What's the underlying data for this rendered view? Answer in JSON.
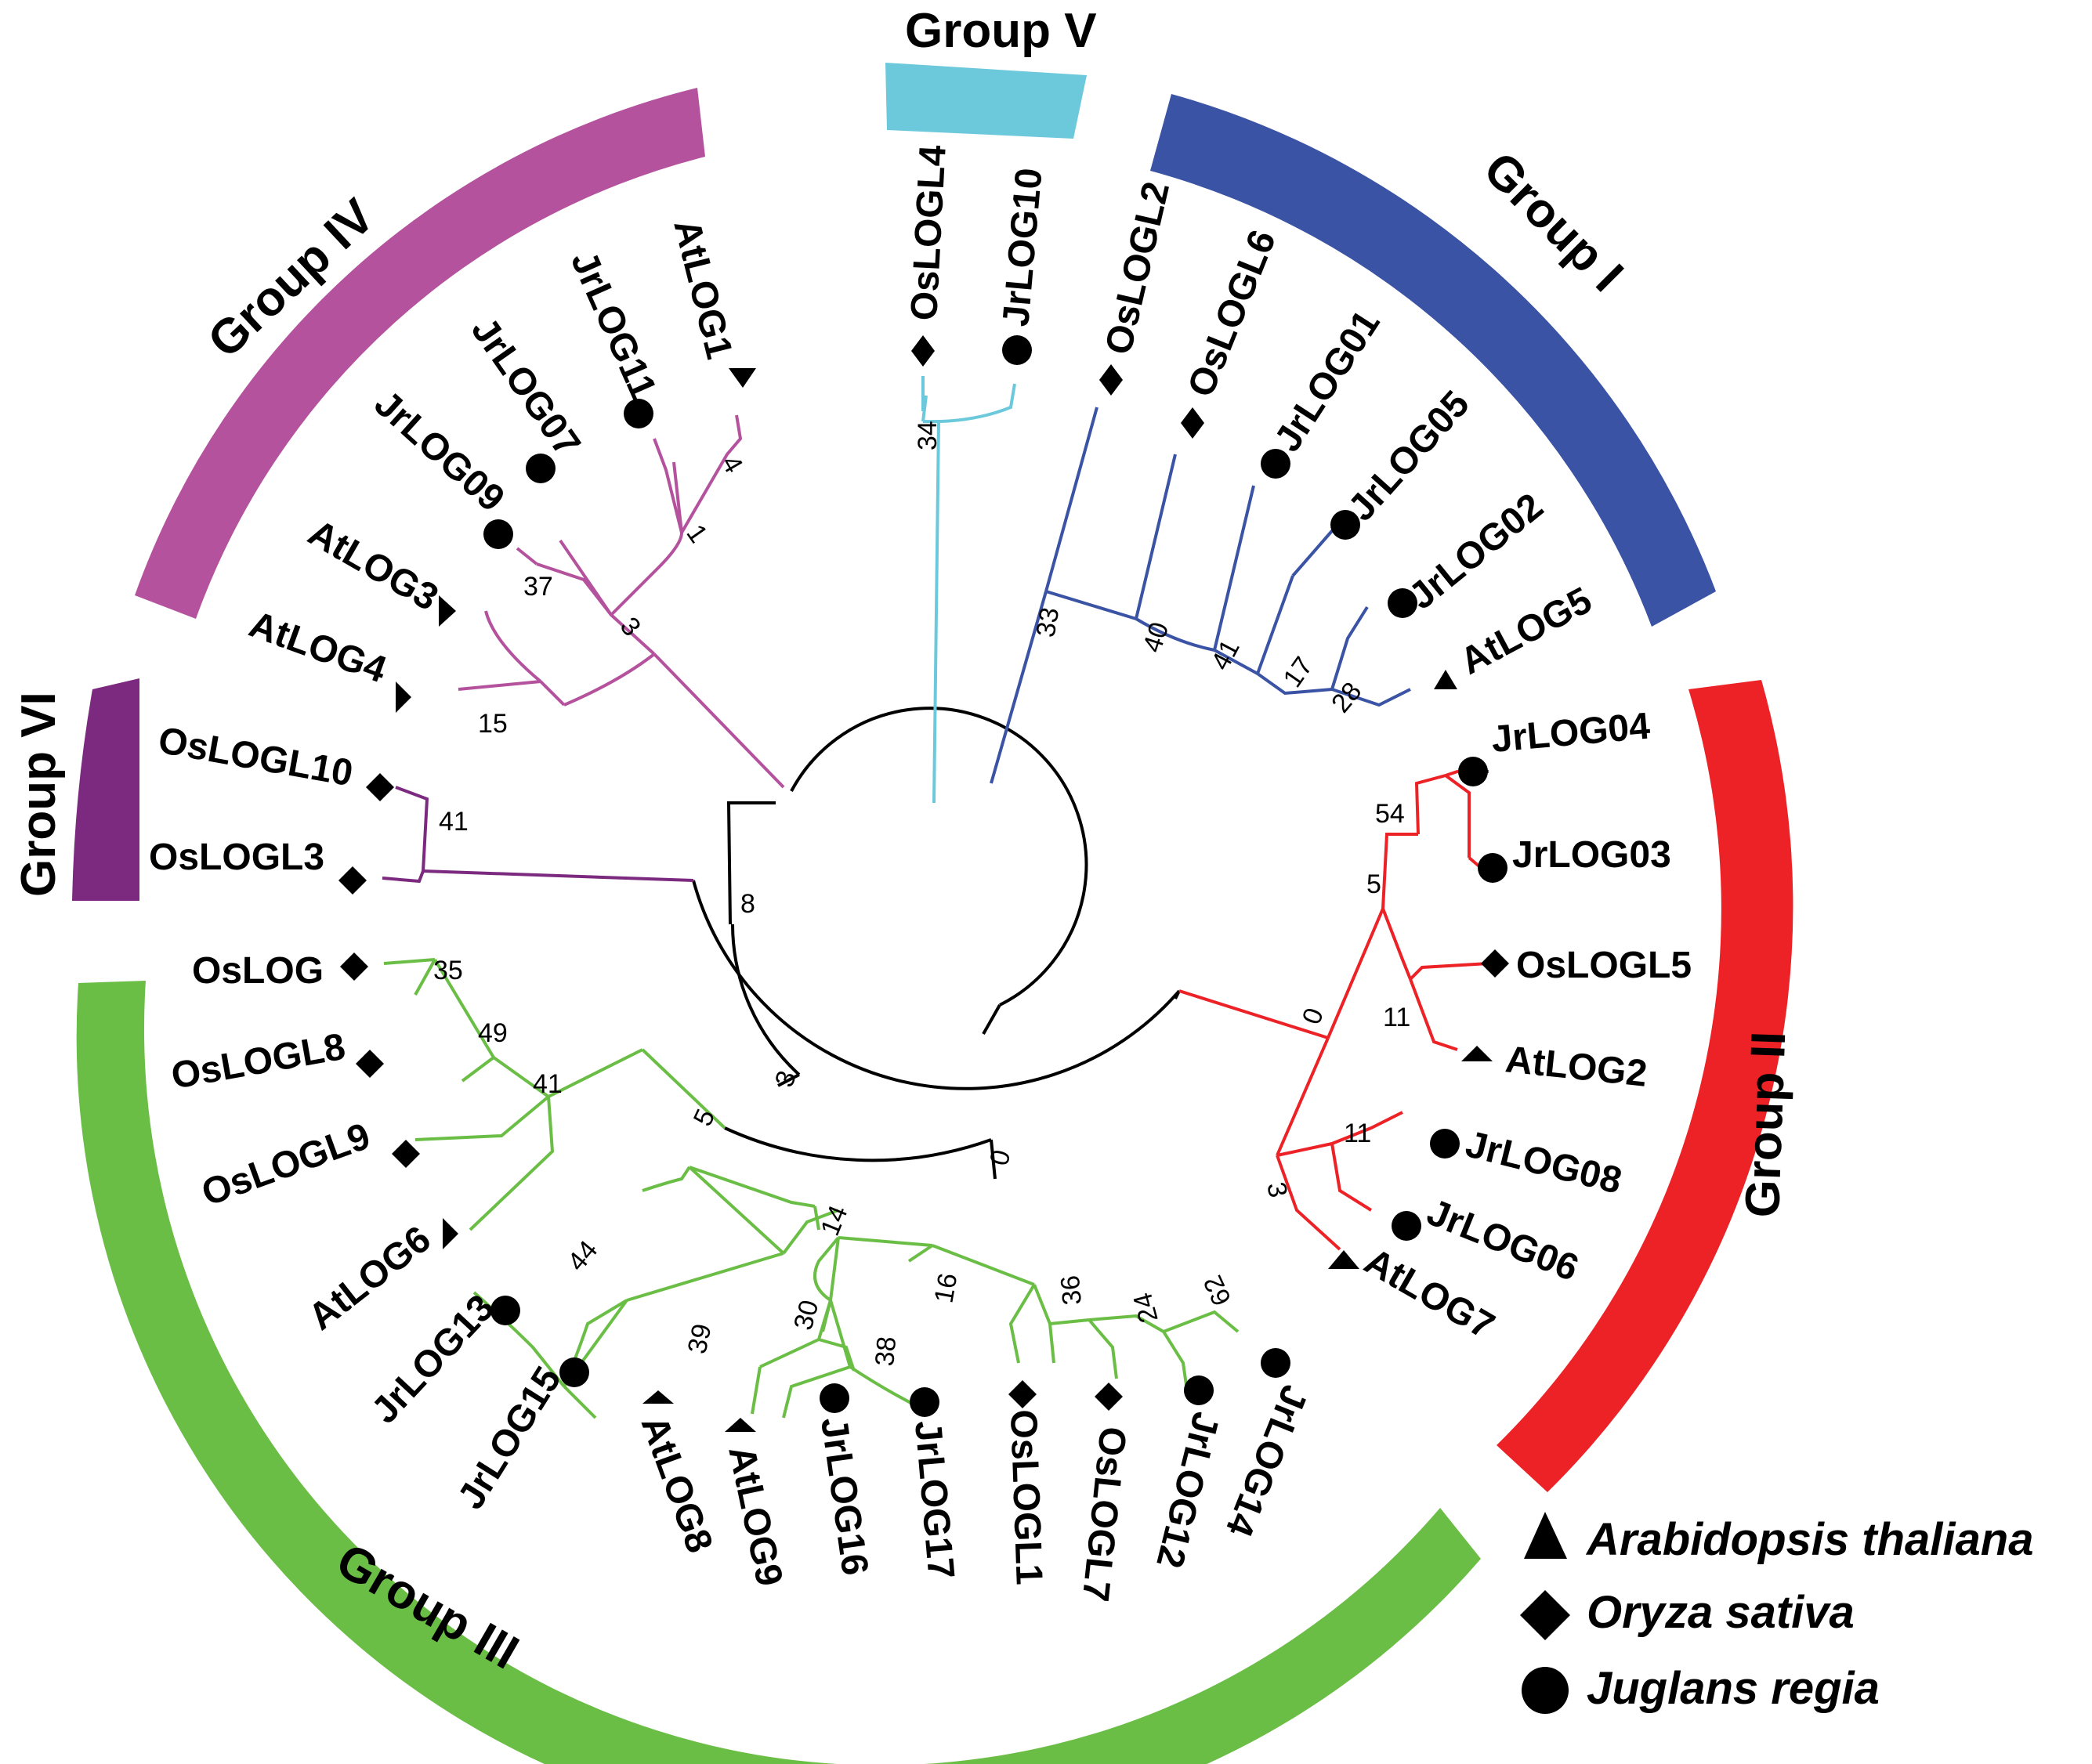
{
  "species": {
    "arabidopsis": {
      "label": "Arabidopsis thaliana",
      "symbol": "triangle"
    },
    "oryza": {
      "label": "Oryza sativa",
      "symbol": "diamond"
    },
    "juglans": {
      "label": "Juglans regia",
      "symbol": "circle"
    }
  },
  "groups": [
    {
      "id": "g1",
      "label": "Group I",
      "color": "#3A53A4"
    },
    {
      "id": "g2",
      "label": "Group II",
      "color": "#EC2227"
    },
    {
      "id": "g3",
      "label": "Group III",
      "color": "#6BBE45"
    },
    {
      "id": "g4",
      "label": "Group IV",
      "color": "#B4529E"
    },
    {
      "id": "g5",
      "label": "Group V",
      "color": "#6CC9DC"
    },
    {
      "id": "g6",
      "label": "Group VI",
      "color": "#7B2A7F"
    }
  ],
  "leaves": {
    "AtLOG5": "AtLOG5",
    "JrLOG02": "JrLOG02",
    "JrLOG05": "JrLOG05",
    "JrLOG01": "JrLOG01",
    "OsLOGL6": "OsLOGL6",
    "OsLOGL2": "OsLOGL2",
    "JrLOG10": "JrLOG10",
    "OsLOGL4": "OsLOGL4",
    "AtLOG1": "AtLOG1",
    "JrLOG11": "JrLOG11",
    "JrLOG07": "JrLOG07",
    "JrLOG09": "JrLOG09",
    "AtLOG3": "AtLOG3",
    "AtLOG4": "AtLOG4",
    "OsLOGL10": "OsLOGL10",
    "OsLOGL3": "OsLOGL3",
    "OsLOG": "OsLOG",
    "OsLOGL8": "OsLOGL8",
    "OsLOGL9": "OsLOGL9",
    "AtLOG6": "AtLOG6",
    "JrLOG13": "JrLOG13",
    "JrLOG15": "JrLOG15",
    "AtLOG8": "AtLOG8",
    "AtLOG9": "AtLOG9",
    "JrLOG16": "JrLOG16",
    "JrLOG17": "JrLOG17",
    "OsLOGL1": "OsLOGL1",
    "OsLOGL7": "OsLOGL7",
    "JrLOG12": "JrLOG12",
    "JrLOG14": "JrLOG14",
    "AtLOG7": "AtLOG7",
    "JrLOG06": "JrLOG06",
    "JrLOG08": "JrLOG08",
    "AtLOG2": "AtLOG2",
    "OsLOGL5": "OsLOGL5",
    "JrLOG03": "JrLOG03",
    "JrLOG04": "JrLOG04"
  },
  "bootstrap": {
    "b_0_g2": "0",
    "b_54": "54",
    "b_5_g2": "5",
    "b_11_a": "11",
    "b_11_b": "11",
    "b_3_g2": "3",
    "b_28": "28",
    "b_17": "17",
    "b_41_g1": "41",
    "b_40": "40",
    "b_33": "33",
    "b_34": "34",
    "b_4": "4",
    "b_1": "1",
    "b_37": "37",
    "b_3_g4": "3",
    "b_15": "15",
    "b_41_g6": "41",
    "b_8": "8",
    "b_3_bb": "3",
    "b_0_bb": "0",
    "b_35": "35",
    "b_49": "49",
    "b_41_g3": "41",
    "b_5_g3": "5",
    "b_14": "14",
    "b_44": "44",
    "b_16": "16",
    "b_30": "30",
    "b_39": "39",
    "b_38": "38",
    "b_36": "36",
    "b_24": "24",
    "b_62": "62"
  }
}
